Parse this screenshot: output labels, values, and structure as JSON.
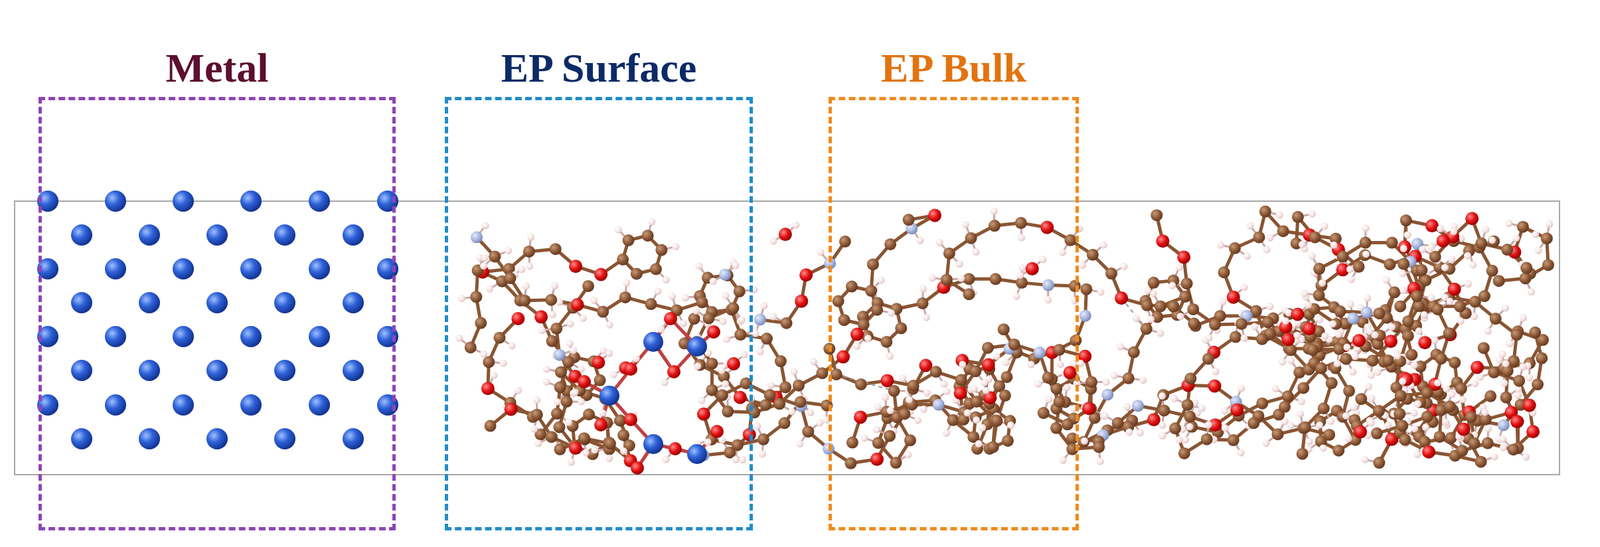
{
  "diagram": {
    "nodes": [
      {
        "text": [
          "Metal"
        ]
      },
      {
        "text": [
          "EP Surface"
        ]
      },
      {
        "text": [
          "EP Bulk"
        ]
      }
    ]
  }
}
